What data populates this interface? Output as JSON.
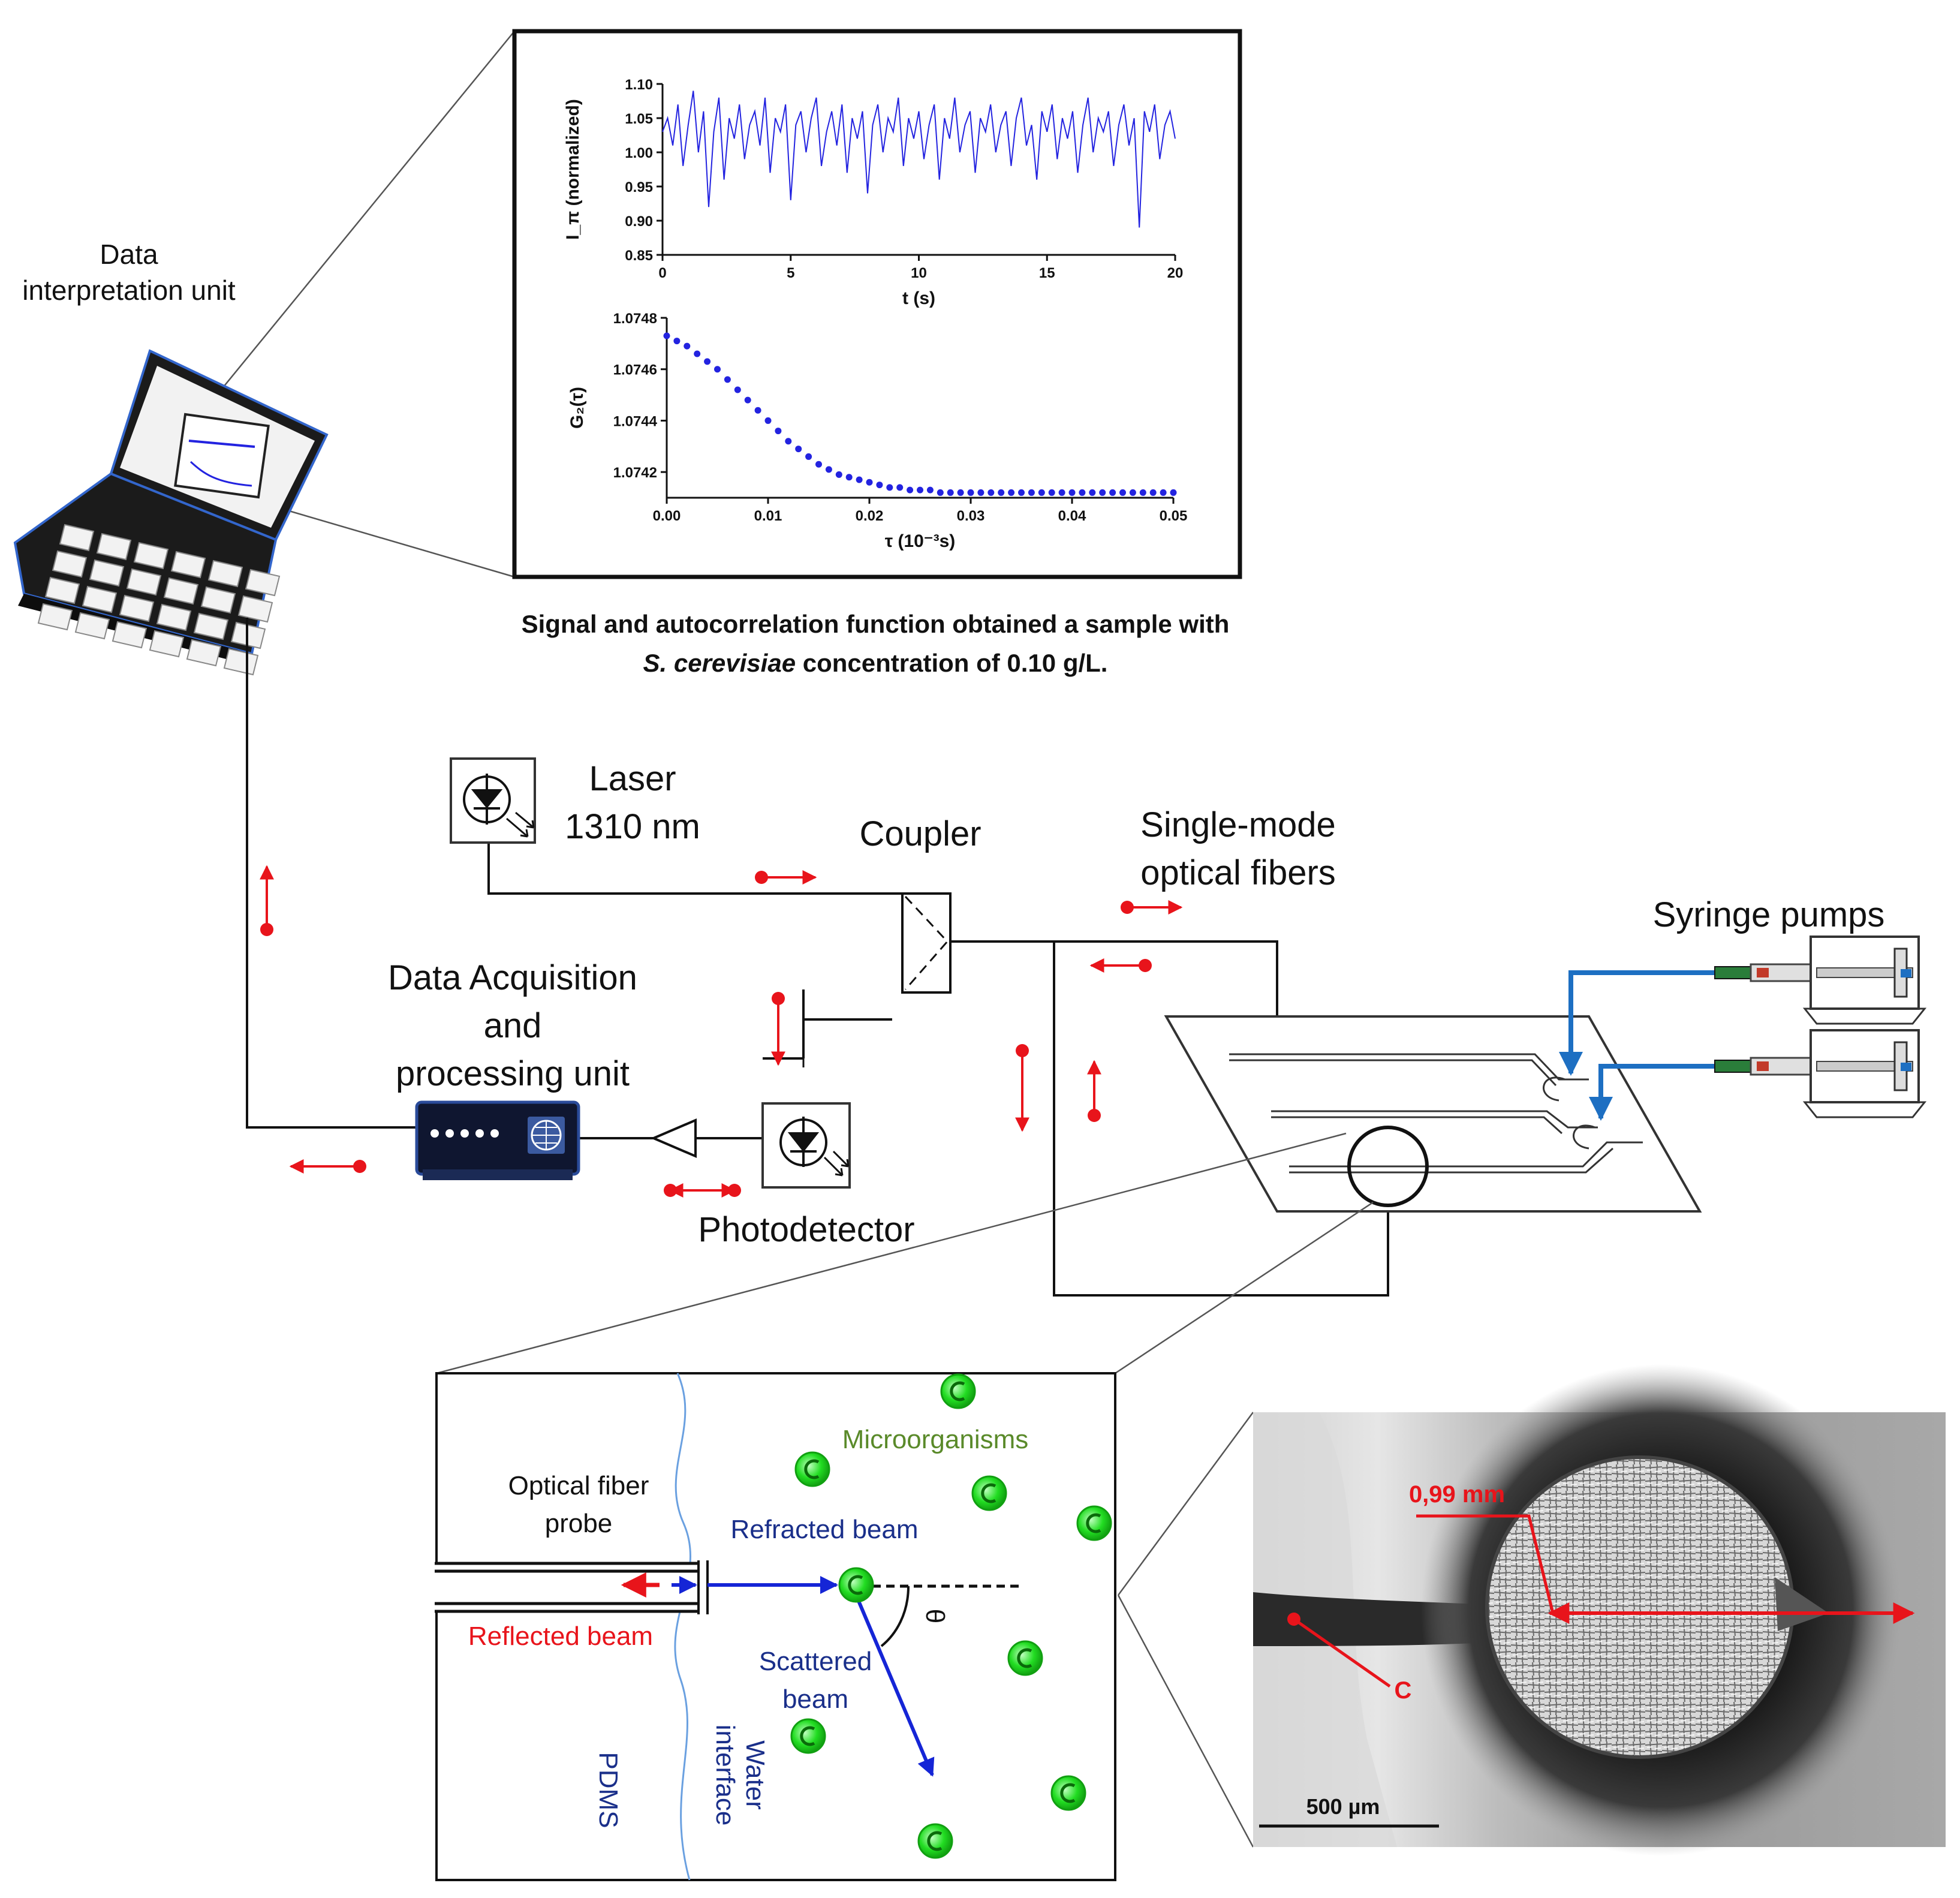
{
  "labels": {
    "data_interpretation_unit": [
      "Data",
      "interpretation unit"
    ],
    "laser": [
      "Laser",
      "1310 nm"
    ],
    "coupler": "Coupler",
    "single_mode_fibers": [
      "Single-mode",
      "optical fibers"
    ],
    "syringe_pumps": "Syringe pumps",
    "data_acquisition_unit": [
      "Data Acquisition",
      "and",
      "processing unit"
    ],
    "photodetector": "Photodetector"
  },
  "caption": {
    "line1": "Signal and autocorrelation function obtained a sample with",
    "line2_italic": "S. cerevisiae",
    "line2_rest": " concentration of 0.10 g/L."
  },
  "detail": {
    "optical_fiber_probe": [
      "Optical fiber",
      "probe"
    ],
    "refracted_beam": "Refracted beam",
    "reflected_beam": "Reflected beam",
    "scattered_beam": [
      "Scattered",
      "beam"
    ],
    "microorganisms": "Microorganisms",
    "theta": "θ",
    "pdms": "PDMS",
    "water_interface": [
      "Water",
      "interface"
    ]
  },
  "micrograph": {
    "diameter_label": "0,99 mm",
    "point_label": "C",
    "scale_label": "500 µm"
  },
  "colors": {
    "arrow_red": "#e8141b",
    "fiber_blue": "#1d6fc2",
    "beam_blue": "#1525d6",
    "cell_green": "#22dd22",
    "micro_label_green": "#5a8a2a",
    "pdms_blue": "#1a2f8a"
  },
  "chart_data": [
    {
      "type": "line",
      "xlabel": "t (s)",
      "ylabel": "I_π (normalized)",
      "xlim": [
        0,
        20
      ],
      "ylim": [
        0.85,
        1.1
      ],
      "xticks": [
        "0",
        "5",
        "10",
        "15",
        "20"
      ],
      "yticks": [
        "0.85",
        "0.90",
        "0.95",
        "1.00",
        "1.05",
        "1.10"
      ],
      "series": [
        {
          "color": "#2323e0",
          "x": [
            0,
            0.2,
            0.4,
            0.6,
            0.8,
            1,
            1.2,
            1.4,
            1.6,
            1.8,
            2,
            2.2,
            2.4,
            2.6,
            2.8,
            3,
            3.2,
            3.4,
            3.6,
            3.8,
            4,
            4.2,
            4.4,
            4.6,
            4.8,
            5,
            5.2,
            5.4,
            5.6,
            5.8,
            6,
            6.2,
            6.4,
            6.6,
            6.8,
            7,
            7.2,
            7.4,
            7.6,
            7.8,
            8,
            8.2,
            8.4,
            8.6,
            8.8,
            9,
            9.2,
            9.4,
            9.6,
            9.8,
            10,
            10.2,
            10.4,
            10.6,
            10.8,
            11,
            11.2,
            11.4,
            11.6,
            11.8,
            12,
            12.2,
            12.4,
            12.6,
            12.8,
            13,
            13.2,
            13.4,
            13.6,
            13.8,
            14,
            14.2,
            14.4,
            14.6,
            14.8,
            15,
            15.2,
            15.4,
            15.6,
            15.8,
            16,
            16.2,
            16.4,
            16.6,
            16.8,
            17,
            17.2,
            17.4,
            17.6,
            17.8,
            18,
            18.2,
            18.4,
            18.6,
            18.8,
            19,
            19.2,
            19.4,
            19.6,
            19.8,
            20
          ],
          "y": [
            1.03,
            1.05,
            1.01,
            1.07,
            0.98,
            1.04,
            1.09,
            1.0,
            1.06,
            0.92,
            1.03,
            1.08,
            0.96,
            1.05,
            1.02,
            1.07,
            0.99,
            1.04,
            1.06,
            1.01,
            1.08,
            0.97,
            1.05,
            1.03,
            1.07,
            0.93,
            1.04,
            1.06,
            1.0,
            1.05,
            1.08,
            0.98,
            1.03,
            1.06,
            1.01,
            1.07,
            0.97,
            1.05,
            1.02,
            1.06,
            0.94,
            1.04,
            1.07,
            1.0,
            1.05,
            1.03,
            1.08,
            0.98,
            1.05,
            1.02,
            1.06,
            0.99,
            1.04,
            1.07,
            0.96,
            1.05,
            1.02,
            1.08,
            1.0,
            1.04,
            1.06,
            0.97,
            1.05,
            1.03,
            1.07,
            1.0,
            1.04,
            1.06,
            0.98,
            1.05,
            1.08,
            1.01,
            1.04,
            0.96,
            1.06,
            1.03,
            1.07,
            0.99,
            1.05,
            1.02,
            1.06,
            0.97,
            1.04,
            1.08,
            1.0,
            1.05,
            1.03,
            1.06,
            0.98,
            1.04,
            1.07,
            1.01,
            1.05,
            0.89,
            1.06,
            1.03,
            1.07,
            0.99,
            1.04,
            1.06,
            1.02
          ]
        }
      ]
    },
    {
      "type": "scatter",
      "xlabel": "τ (10⁻³s)",
      "ylabel": "G₂(τ)",
      "xlim": [
        0,
        0.05
      ],
      "ylim": [
        1.0741,
        1.0748
      ],
      "xticks": [
        "0.00",
        "0.01",
        "0.02",
        "0.03",
        "0.04",
        "0.05"
      ],
      "yticks": [
        "1.0742",
        "1.0744",
        "1.0746",
        "1.0748"
      ],
      "series": [
        {
          "color": "#2323e0",
          "x": [
            0,
            0.001,
            0.002,
            0.003,
            0.004,
            0.005,
            0.006,
            0.007,
            0.008,
            0.009,
            0.01,
            0.011,
            0.012,
            0.013,
            0.014,
            0.015,
            0.016,
            0.017,
            0.018,
            0.019,
            0.02,
            0.021,
            0.022,
            0.023,
            0.024,
            0.025,
            0.026,
            0.027,
            0.028,
            0.029,
            0.03,
            0.031,
            0.032,
            0.033,
            0.034,
            0.035,
            0.036,
            0.037,
            0.038,
            0.039,
            0.04,
            0.041,
            0.042,
            0.043,
            0.044,
            0.045,
            0.046,
            0.047,
            0.048,
            0.049,
            0.05
          ],
          "y": [
            1.07473,
            1.07471,
            1.07469,
            1.07466,
            1.07463,
            1.0746,
            1.07456,
            1.07452,
            1.07448,
            1.07444,
            1.0744,
            1.07436,
            1.07432,
            1.07429,
            1.07426,
            1.07423,
            1.07421,
            1.07419,
            1.07418,
            1.07417,
            1.07416,
            1.07415,
            1.07414,
            1.07414,
            1.07413,
            1.07413,
            1.07413,
            1.07412,
            1.07412,
            1.07412,
            1.07412,
            1.07412,
            1.07412,
            1.07412,
            1.07412,
            1.07412,
            1.07412,
            1.07412,
            1.07412,
            1.07412,
            1.07412,
            1.07412,
            1.07412,
            1.07412,
            1.07412,
            1.07412,
            1.07412,
            1.07412,
            1.07412,
            1.07412,
            1.07412
          ]
        }
      ]
    }
  ]
}
